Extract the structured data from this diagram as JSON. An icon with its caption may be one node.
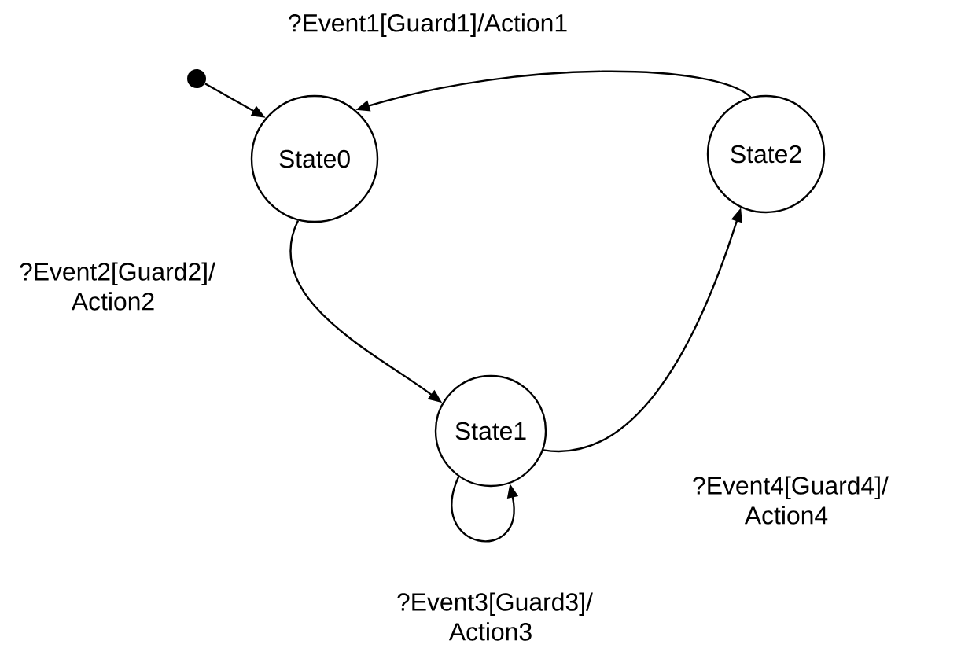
{
  "diagram": {
    "nodes": [
      {
        "text": [],
        "shape": "circle"
      },
      {
        "text": [
          "State0"
        ]
      },
      {
        "text": [
          "State1"
        ]
      },
      {
        "text": [
          "State2"
        ]
      }
    ],
    "edges": [
      {
        "from": 0,
        "to": 1,
        "arrow": "to"
      },
      {
        "from": 3,
        "to": 1,
        "arrow": "to",
        "label": "?Event1[Guard1]/Action1"
      },
      {
        "from": 1,
        "to": 2,
        "arrow": "to",
        "label": "?Event2[Guard2]/ Action2"
      },
      {
        "from": 2,
        "to": 2,
        "arrow": "to",
        "label": "?Event3[Guard3]/ Action3"
      },
      {
        "from": 2,
        "to": 3,
        "arrow": "to",
        "label": "?Event4[Guard4]/ Action4"
      }
    ]
  }
}
